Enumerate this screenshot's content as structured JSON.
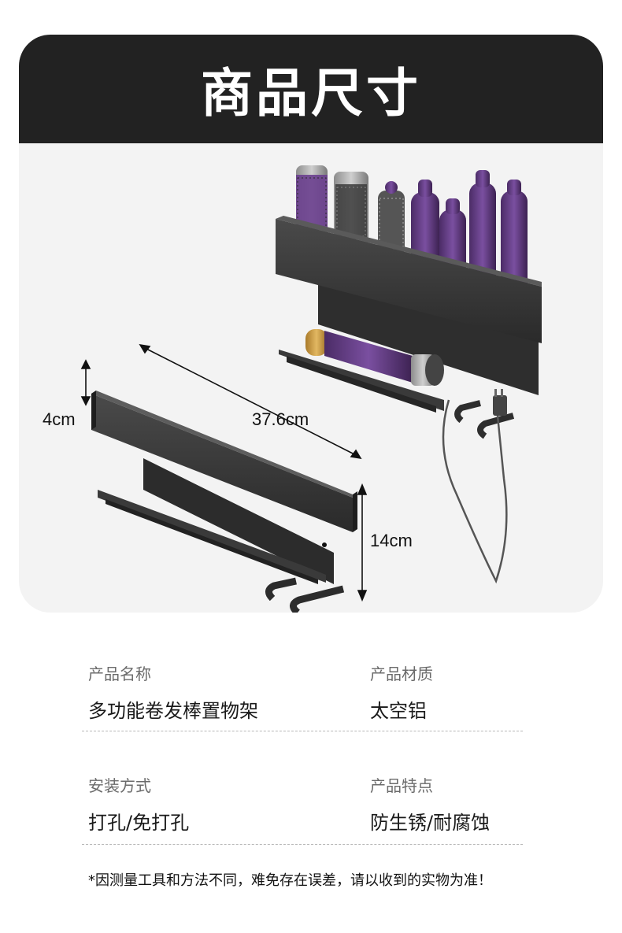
{
  "banner": {
    "title": "商品尺寸"
  },
  "dimensions": {
    "height_top": "4cm",
    "length": "37.6cm",
    "height_side": "14cm"
  },
  "specs": [
    {
      "label": "产品名称",
      "value": "多功能卷发棒置物架"
    },
    {
      "label": "产品材质",
      "value": "太空铝"
    },
    {
      "label": "安装方式",
      "value": "打孔/免打孔"
    },
    {
      "label": "产品特点",
      "value": "防生锈/耐腐蚀"
    }
  ],
  "note": "*因测量工具和方法不同，难免存在误差，请以收到的实物为准！",
  "colors": {
    "banner": "#222222",
    "card": "#f3f3f3",
    "rack": "#3a3a3a",
    "accent_purple": "#6a3f8e",
    "accent_gold": "#c89a3c"
  }
}
